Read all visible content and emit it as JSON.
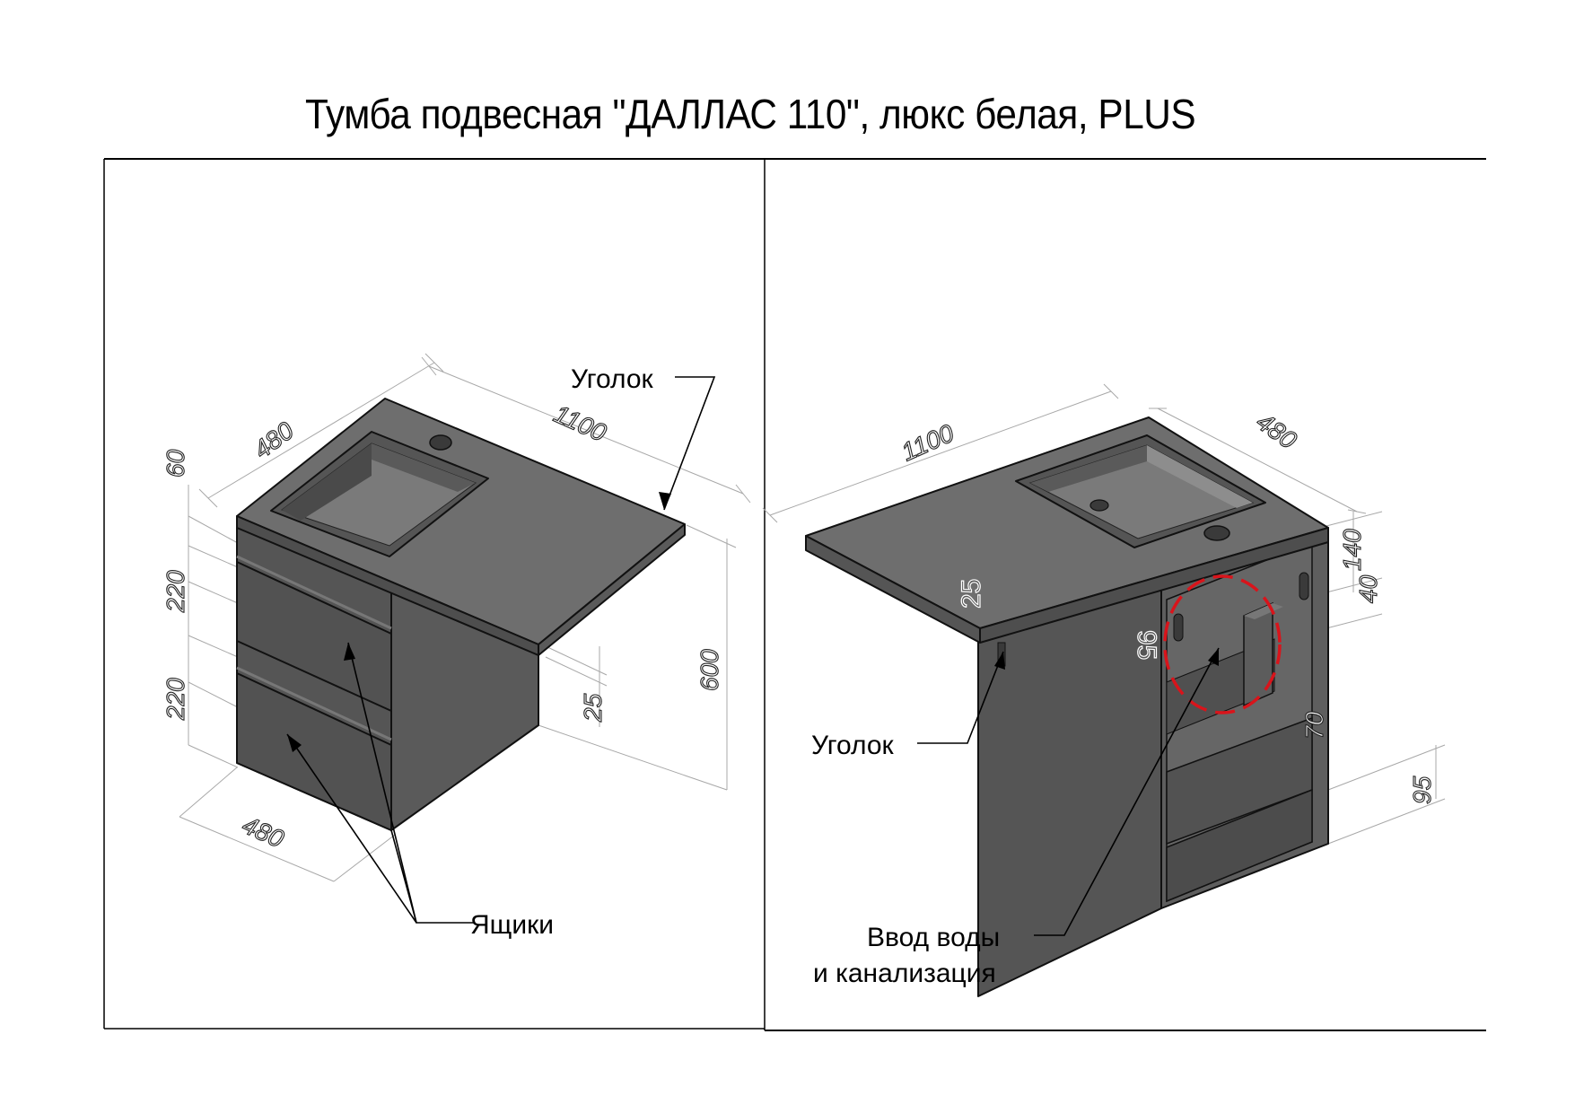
{
  "title": "Тумба подвесная \"ДАЛЛАС 110\", люкс белая, PLUS",
  "left_view": {
    "callouts": {
      "corner": "Уголок",
      "drawers": "Ящики"
    },
    "dimensions": {
      "width_top": "1100",
      "depth_top": "480",
      "depth_bottom": "480",
      "countertop_height": "60",
      "drawer_upper": "220",
      "drawer_lower": "220",
      "overall_height": "600",
      "countertop_thickness": "25"
    }
  },
  "right_view": {
    "callouts": {
      "corner": "Уголок",
      "inlet_line1": "Ввод воды",
      "inlet_line2": "и канализация"
    },
    "dimensions": {
      "width_top": "1100",
      "depth_top": "480",
      "countertop_thickness": "25",
      "rear_panel_height": "140",
      "bracket_offset": "40",
      "cutout_top": "95",
      "cutout_bottom_gap": "70",
      "plinth_height": "95"
    },
    "highlight_color": "#d9141b"
  },
  "colors": {
    "body_dark": "#555555",
    "body_mid": "#666666",
    "top_surface": "#6e6e6e",
    "sink_light": "#8a8a8a",
    "sink_inner": "#7a7a7a",
    "dimension_line": "#a8a8a8"
  }
}
